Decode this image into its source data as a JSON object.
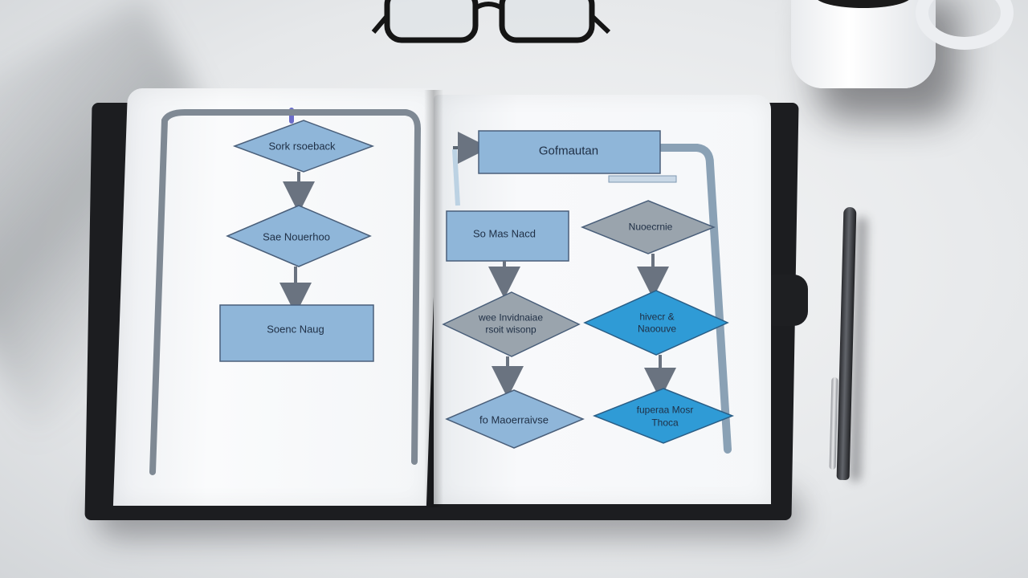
{
  "left_page": {
    "node1": "Sork rsoeback",
    "node2": "Sae Nouerhoo",
    "node3": "Soenc Naug"
  },
  "right_page": {
    "top_box": "Gofmautan",
    "box_left": "So Mas Nacd",
    "diamond_right_top": "Nuoecrnie",
    "diamond_left_mid_line1": "wee Invidnaiae",
    "diamond_left_mid_line2": "rsoit wisonp",
    "diamond_right_mid_line1": "hivecr &",
    "diamond_right_mid_line2": "Naoouve",
    "diamond_left_bottom": "fo Maoerraivse",
    "diamond_right_bottom_line1": "fuperaa Mosr",
    "diamond_right_bottom_line2": "Thoca",
    "colors": {
      "light_blue": "#8fb6d9",
      "bright_blue": "#2f9bd6",
      "grey": "#9aa4ad",
      "stroke": "#4a5f7a"
    }
  }
}
